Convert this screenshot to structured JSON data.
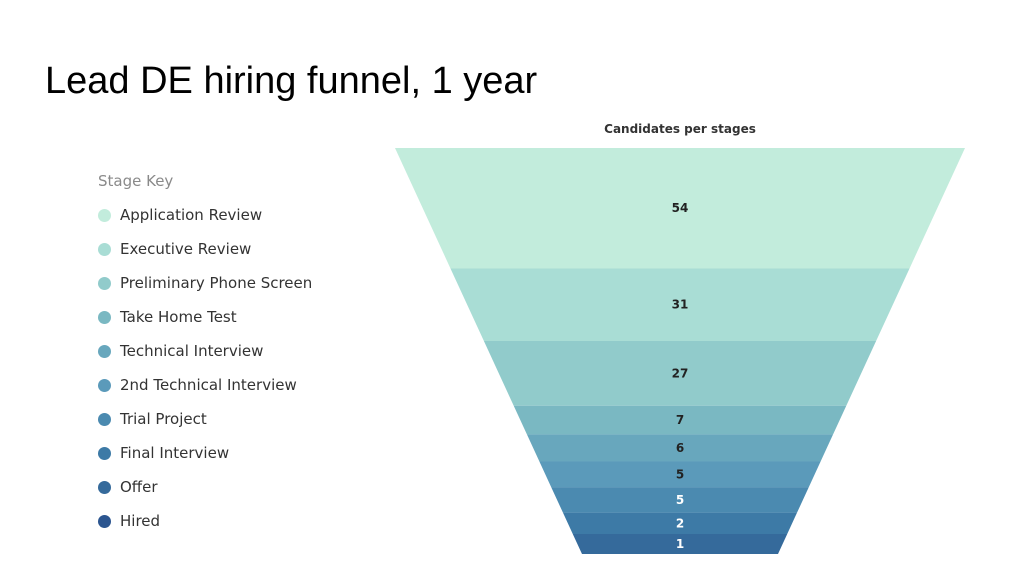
{
  "slide": {
    "title": "Lead DE hiring funnel, 1 year"
  },
  "legend": {
    "title": "Stage Key"
  },
  "chart_data": {
    "type": "funnel",
    "title": "Candidates per stages",
    "categories": [
      "Application Review",
      "Executive Review",
      "Preliminary Phone Screen",
      "Take Home Test",
      "Technical Interview",
      "2nd Technical Interview",
      "Trial Project",
      "Final Interview",
      "Offer",
      "Hired"
    ],
    "values": [
      54,
      31,
      27,
      7,
      6,
      5,
      5,
      2,
      1
    ],
    "colors": [
      "#c2ecdc",
      "#a9ddd5",
      "#91cbcb",
      "#7ab8c2",
      "#68a7bd",
      "#5b9aba",
      "#4b8ab0",
      "#3d7aa6",
      "#356a9b",
      "#2c5690"
    ],
    "label_colors": [
      "#222222",
      "#222222",
      "#222222",
      "#222222",
      "#222222",
      "#222222",
      "#ffffff",
      "#ffffff",
      "#ffffff"
    ],
    "legend_placement": "left"
  }
}
